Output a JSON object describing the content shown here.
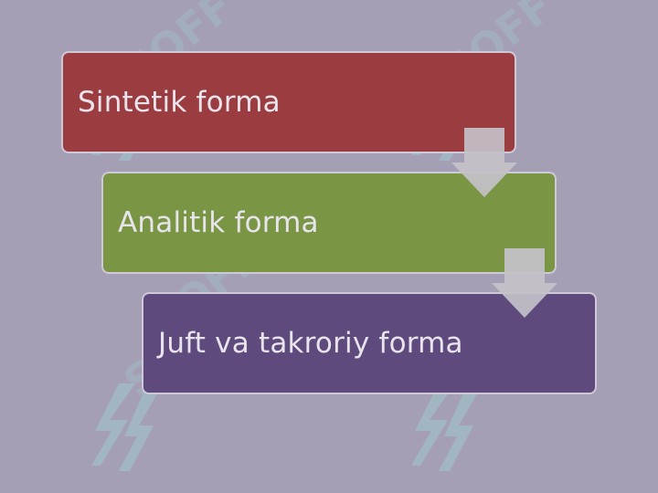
{
  "colors": {
    "background": "#a59fb6",
    "step_1_fill": "#9b3c40",
    "step_2_fill": "#7a9645",
    "step_3_fill": "#5e4a7d",
    "arrow_fill": "#c4c1c9",
    "watermark": "#9ec9cb"
  },
  "steps": [
    {
      "label": "Sintetik forma"
    },
    {
      "label": "Analitik forma"
    },
    {
      "label": "Juft va takroriy forma"
    }
  ],
  "watermark": {
    "text": "SOFF",
    "icon": "soff-logo-icon"
  }
}
